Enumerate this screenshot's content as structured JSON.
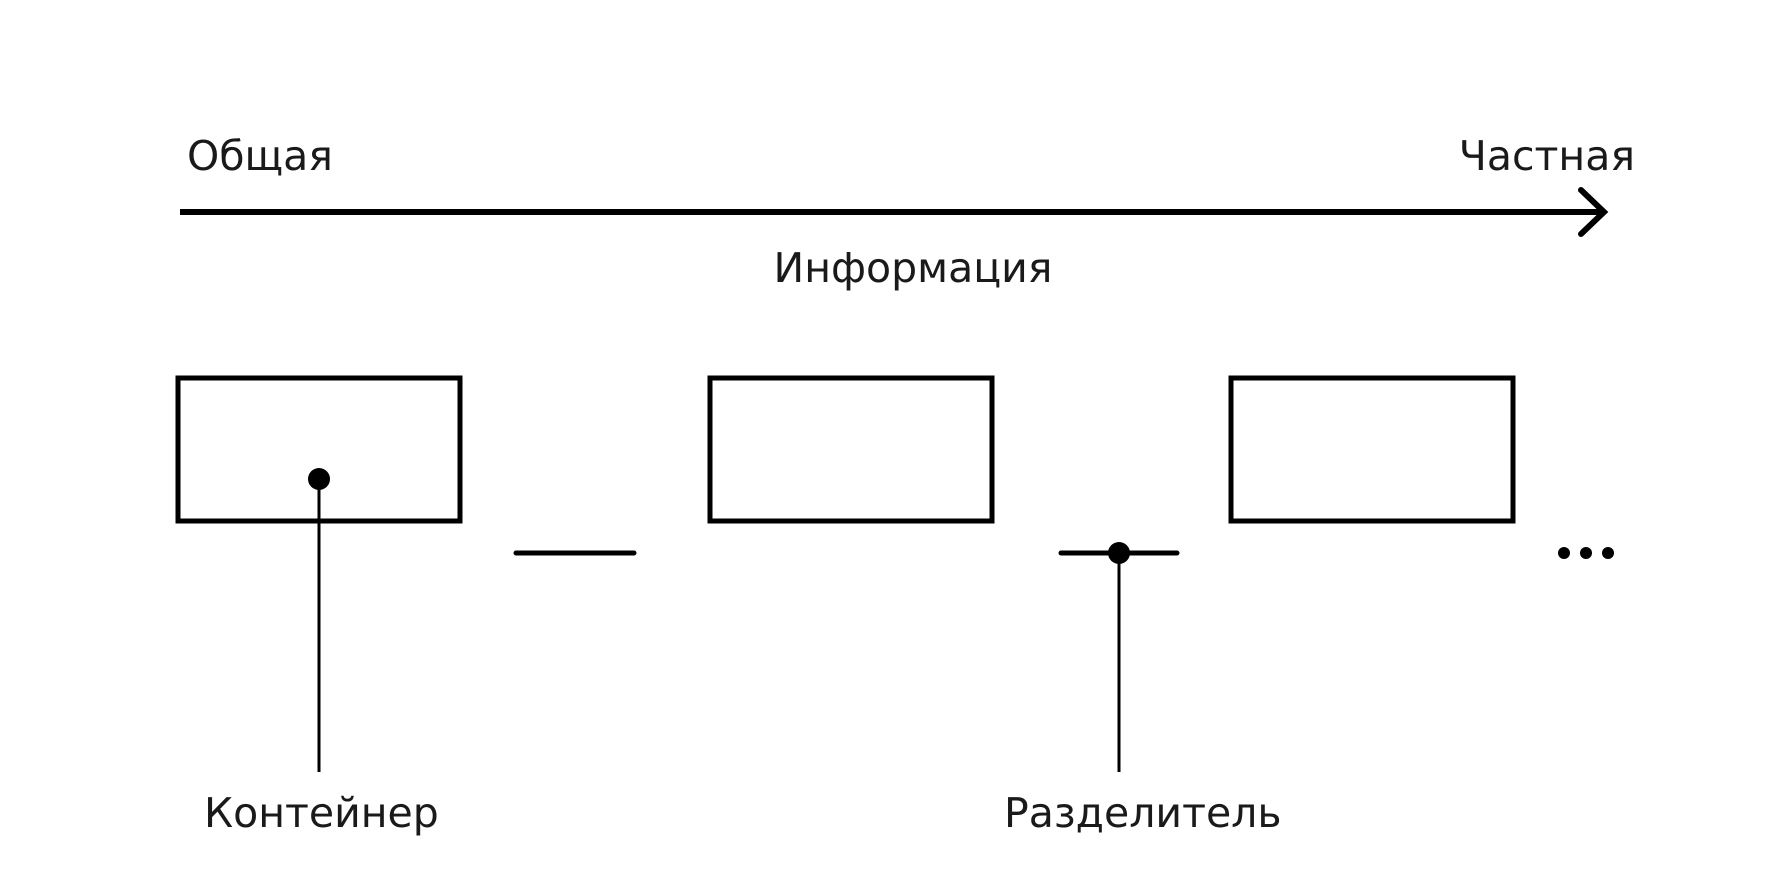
{
  "axis": {
    "start_label": "Общая",
    "end_label": "Частная",
    "caption": "Информация"
  },
  "callouts": {
    "container_label": "Контейнер",
    "separator_label": "Разделитель"
  },
  "continuation": {
    "symbol": "..."
  },
  "colors": {
    "stroke": "#000000",
    "text": "#1a1a1a",
    "background": "#ffffff"
  }
}
